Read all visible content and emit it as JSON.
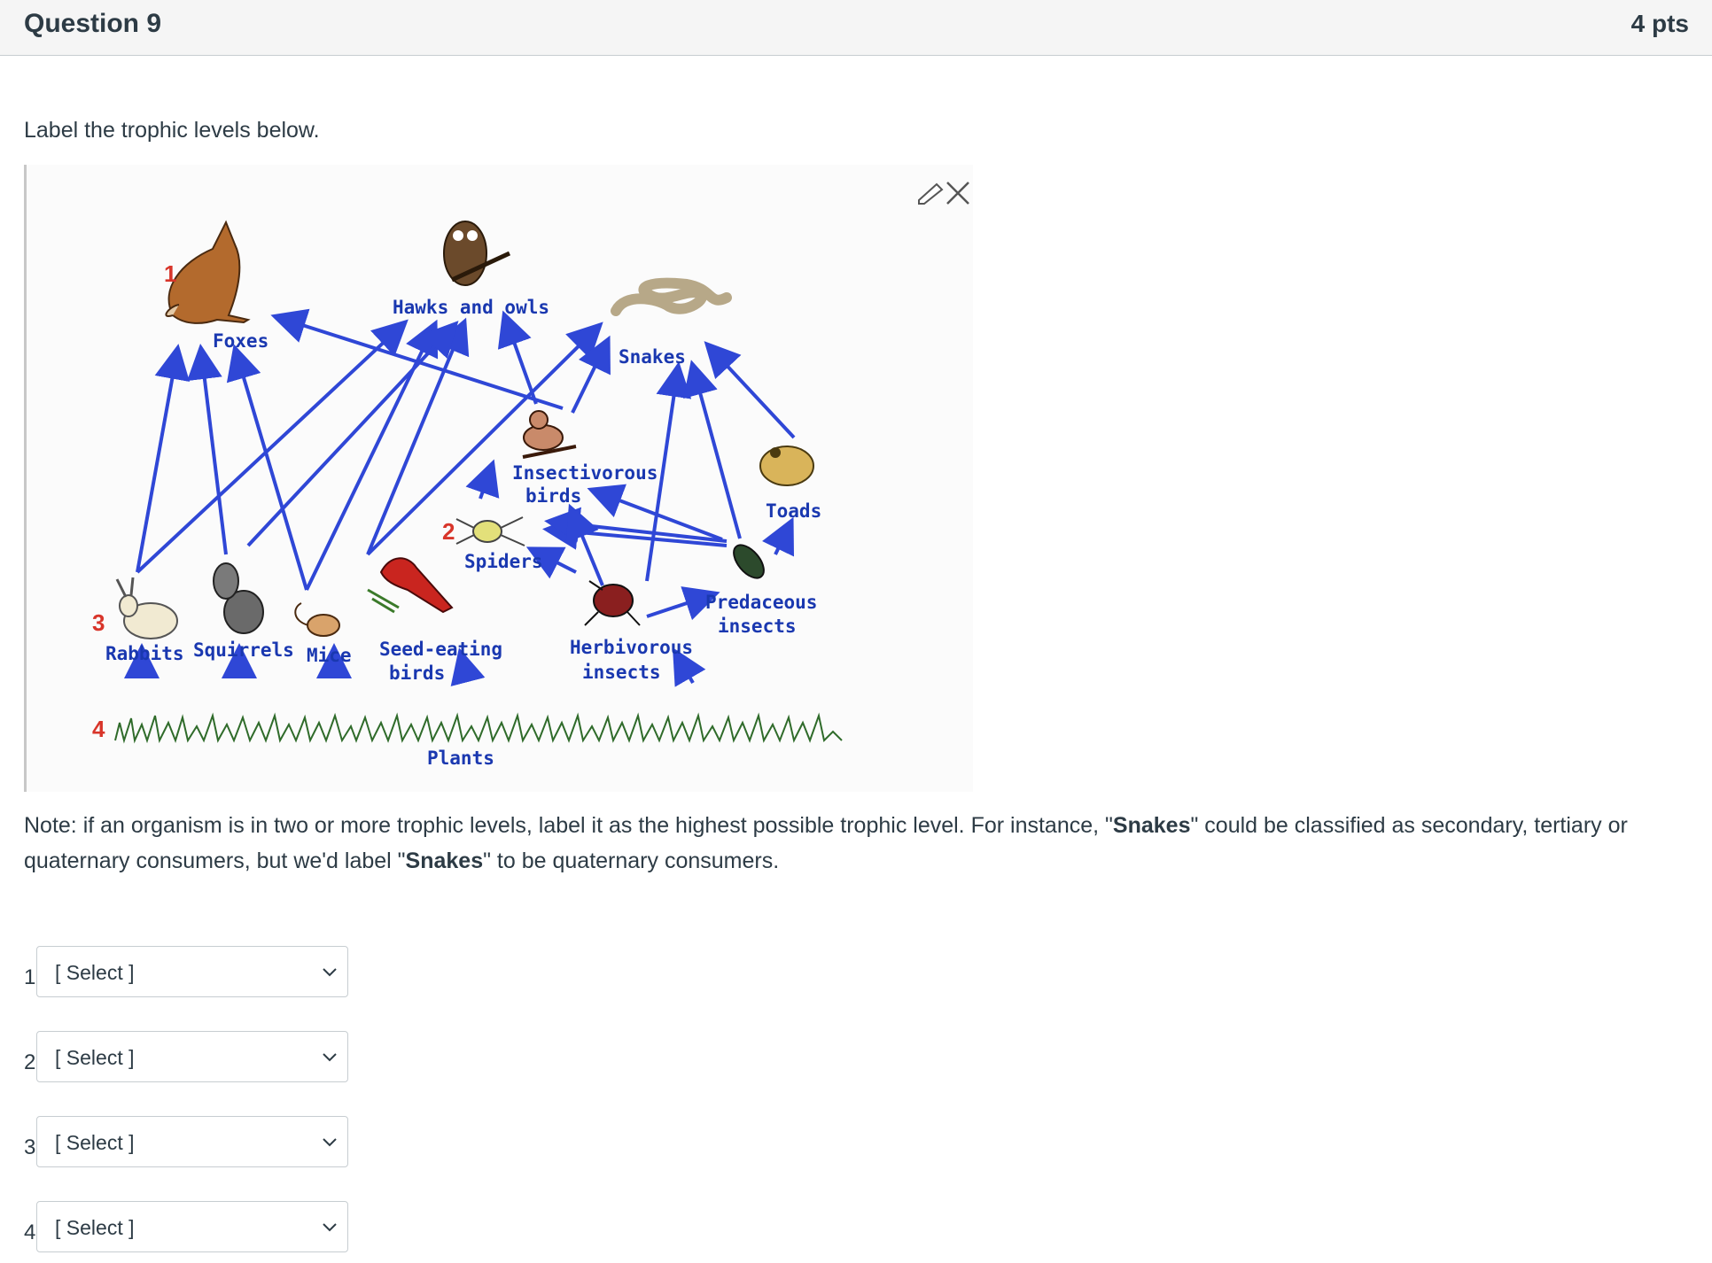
{
  "header": {
    "title": "Question 9",
    "points": "4 pts"
  },
  "prompt": "Label the trophic levels below.",
  "figure": {
    "labels": {
      "hawks": "Hawks and owls",
      "foxes": "Foxes",
      "snakes": "Snakes",
      "insect_birds_1": "Insectivorous",
      "insect_birds_2": "birds",
      "toads": "Toads",
      "spiders": "Spiders",
      "predaceous_1": "Predaceous",
      "predaceous_2": "insects",
      "rabbits": "Rabbits",
      "squirrels": "Squirrels",
      "mice": "Mice",
      "seed_birds_1": "Seed-eating",
      "seed_birds_2": "birds",
      "herb_1": "Herbivorous",
      "herb_2": "insects",
      "plants": "Plants"
    },
    "numbers": {
      "n1": "1",
      "n2": "2",
      "n3": "3",
      "n4": "4"
    },
    "colors": {
      "arrow": "#2f47d6",
      "label": "#1a38b0",
      "number": "#d8352a",
      "grass": "#2f6b2a"
    },
    "icons": [
      "pencil-icon",
      "close-icon"
    ]
  },
  "note": {
    "part1": "Note: if an organism is in two or more trophic levels, label it as the highest possible trophic level. For instance, \"",
    "bold1": "Snakes",
    "part2": "\" could be classified as secondary, tertiary or quaternary consumers, but we'd label \"",
    "bold2": "Snakes",
    "part3": "\" to be quaternary consumers."
  },
  "answers": [
    {
      "number": "1",
      "value": "[ Select ]"
    },
    {
      "number": "2",
      "value": "[ Select ]"
    },
    {
      "number": "3",
      "value": "[ Select ]"
    },
    {
      "number": "4",
      "value": "[ Select ]"
    }
  ]
}
